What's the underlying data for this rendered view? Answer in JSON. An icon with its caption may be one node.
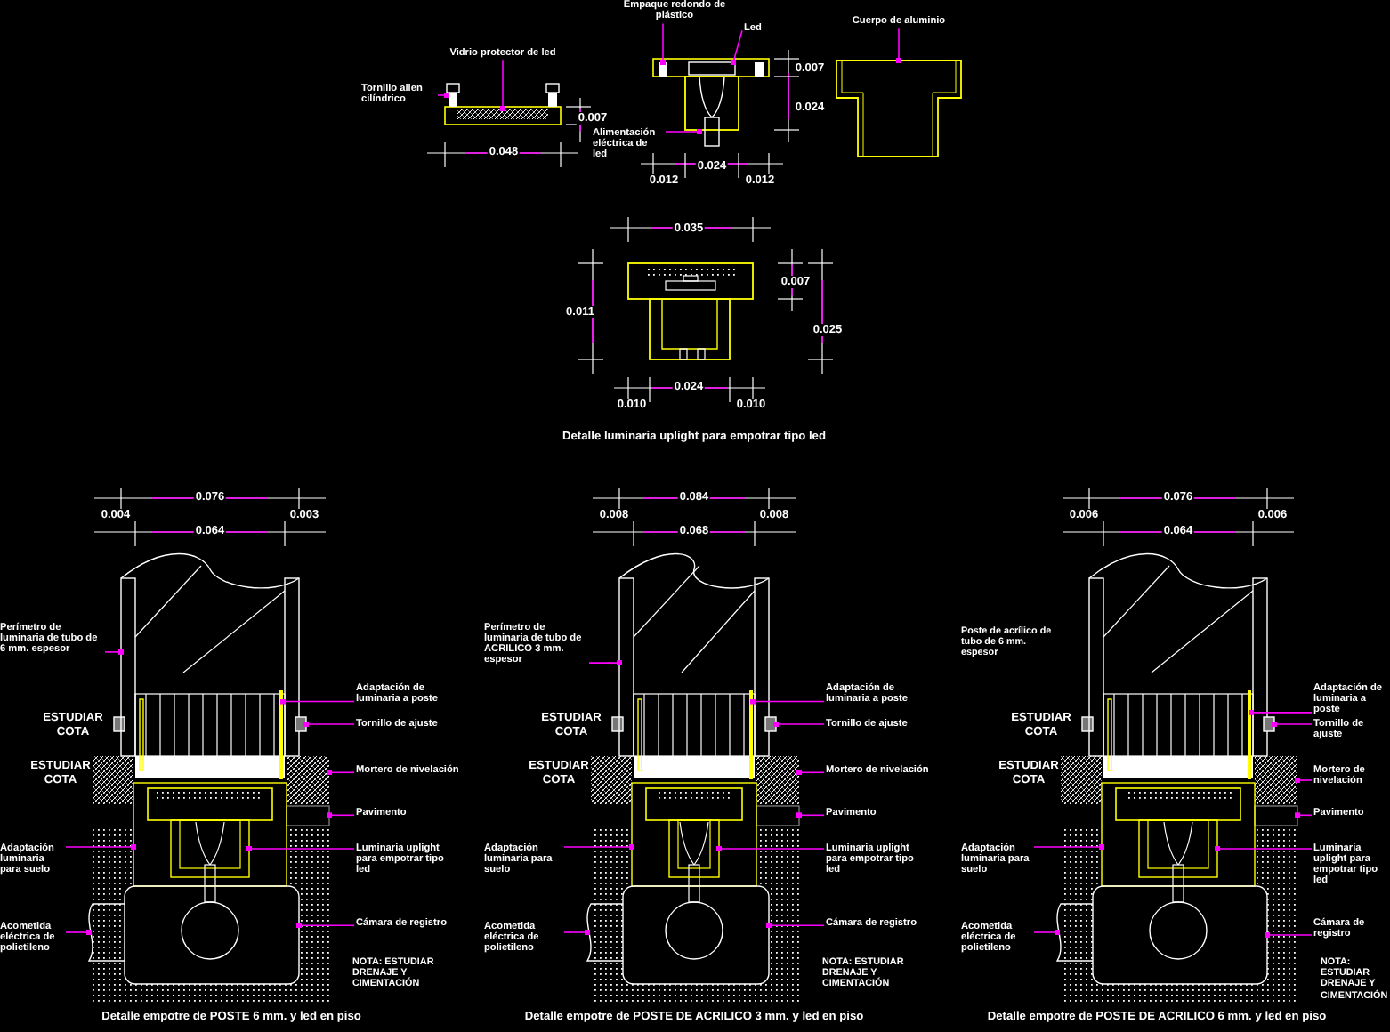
{
  "diagram": {
    "nodes": [
      {
        "text": [
          "Vidrio protector de led"
        ]
      },
      {
        "text": [
          "Tornillo allen cilíndrico"
        ]
      },
      {
        "text": [
          "Empaque redondo de plástico"
        ]
      },
      {
        "text": [
          "Led"
        ]
      },
      {
        "text": [
          "Alimentación eléctrica de led"
        ]
      },
      {
        "text": [
          "Cuerpo de aluminio"
        ]
      },
      {
        "text": [
          "Perímetro de luminaria de tubo de 6 mm. espesor"
        ]
      },
      {
        "text": [
          "Adaptación de luminaria a poste"
        ]
      },
      {
        "text": [
          "Tornillo de ajuste"
        ]
      },
      {
        "text": [
          "Mortero de nivelación"
        ]
      },
      {
        "text": [
          "Pavimento"
        ]
      },
      {
        "text": [
          "Adaptación luminaria para suelo"
        ]
      },
      {
        "text": [
          "Luminaria uplight para empotrar tipo led"
        ]
      },
      {
        "text": [
          "Acometida eléctrica de polietileno"
        ]
      },
      {
        "text": [
          "Cámara de registro"
        ]
      },
      {
        "text": [
          "Perímetro de luminaria de tubo de ACRILICO 3 mm. espesor"
        ]
      },
      {
        "text": [
          "Adaptación de luminaria a poste"
        ]
      },
      {
        "text": [
          "Tornillo de ajuste"
        ]
      },
      {
        "text": [
          "Mortero de nivelación"
        ]
      },
      {
        "text": [
          "Pavimento"
        ]
      },
      {
        "text": [
          "Adaptación luminaria para suelo"
        ]
      },
      {
        "text": [
          "Luminaria uplight para empotrar tipo led"
        ]
      },
      {
        "text": [
          "Acometida eléctrica de polietileno"
        ]
      },
      {
        "text": [
          "Cámara de registro"
        ]
      },
      {
        "text": [
          "Adaptación de luminaria a poste"
        ]
      },
      {
        "text": [
          "Tornillo de ajuste"
        ]
      },
      {
        "text": [
          "Mortero de nivelación"
        ]
      },
      {
        "text": [
          "Pavimento"
        ]
      },
      {
        "text": [
          "Adaptación luminaria para suelo"
        ]
      },
      {
        "text": [
          "Luminaria uplight para empotrar tipo led"
        ]
      },
      {
        "text": [
          "Acometida eléctrica de polietileno"
        ]
      },
      {
        "text": [
          "Cámara de registro"
        ]
      },
      {
        "text": [],
        "shape": "box"
      },
      {
        "text": [],
        "shape": "picture"
      },
      {
        "text": [],
        "shape": "box"
      },
      {
        "text": [],
        "shape": "box"
      },
      {
        "text": [],
        "shape": "picture"
      },
      {
        "text": [],
        "shape": "picture"
      },
      {
        "text": [],
        "shape": "box"
      },
      {
        "text": [],
        "shape": "bar"
      },
      {
        "text": [],
        "shape": "box"
      },
      {
        "text": [],
        "shape": "box"
      },
      {
        "text": [],
        "shape": "box"
      },
      {
        "text": [],
        "shape": "box"
      },
      {
        "text": [],
        "shape": "box",
        "in": 43
      },
      {
        "text": [],
        "shape": "picture"
      },
      {
        "text": [],
        "shape": "box"
      },
      {
        "text": [],
        "shape": "box"
      },
      {
        "text": [],
        "shape": "bar"
      },
      {
        "text": [],
        "shape": "box"
      },
      {
        "text": [],
        "shape": "box"
      },
      {
        "text": [],
        "shape": "box"
      },
      {
        "text": [],
        "shape": "box"
      },
      {
        "text": [],
        "shape": "box",
        "in": 52
      },
      {
        "text": [],
        "shape": "picture"
      },
      {
        "text": [],
        "shape": "box"
      },
      {
        "text": [],
        "shape": "bar"
      },
      {
        "text": [],
        "shape": "box"
      },
      {
        "text": [],
        "shape": "box"
      },
      {
        "text": [],
        "shape": "box"
      },
      {
        "text": [],
        "shape": "box"
      },
      {
        "text": [],
        "shape": "box",
        "in": 60
      },
      {
        "text": [],
        "shape": "picture"
      },
      {
        "text": [],
        "shape": "box"
      }
    ],
    "edges": [
      {
        "from": 0,
        "to": 32,
        "arrow": "other"
      },
      {
        "from": 1,
        "to": 33,
        "arrow": "other"
      },
      {
        "from": 2,
        "to": 34,
        "arrow": "other"
      },
      {
        "from": 3,
        "to": 35,
        "arrow": "other"
      },
      {
        "from": 4,
        "to": 36,
        "arrow": "other"
      },
      {
        "from": 5,
        "to": 37,
        "arrow": "other"
      },
      {
        "from": 6,
        "to": 38,
        "arrow": "other"
      },
      {
        "from": 7,
        "to": 39,
        "arrow": "other"
      },
      {
        "from": 8,
        "to": 40,
        "arrow": "other"
      },
      {
        "from": 9,
        "to": 41,
        "arrow": "other"
      },
      {
        "from": 10,
        "to": 42,
        "arrow": "other"
      },
      {
        "from": 11,
        "to": 43,
        "arrow": "other"
      },
      {
        "from": 12,
        "to": 44,
        "arrow": "other"
      },
      {
        "from": 13,
        "to": 45,
        "arrow": "other"
      },
      {
        "from": 14,
        "to": 46,
        "arrow": "other"
      },
      {
        "from": 15,
        "to": 47,
        "arrow": "other"
      },
      {
        "from": 16,
        "to": 48,
        "arrow": "other"
      },
      {
        "from": 17,
        "to": 49,
        "arrow": "other"
      },
      {
        "from": 18,
        "to": 50,
        "arrow": "other"
      },
      {
        "from": 19,
        "to": 51,
        "arrow": "other"
      },
      {
        "from": 20,
        "to": 52,
        "arrow": "other"
      },
      {
        "from": 21,
        "to": 53,
        "arrow": "other"
      },
      {
        "from": 22,
        "to": 54,
        "arrow": "other"
      },
      {
        "from": 23,
        "to": 55,
        "arrow": "other"
      },
      {
        "from": 24,
        "to": 56,
        "arrow": "other"
      },
      {
        "from": 25,
        "to": 57,
        "arrow": "other"
      },
      {
        "from": 26,
        "to": 58,
        "arrow": "other"
      },
      {
        "from": 27,
        "to": 59,
        "arrow": "other"
      },
      {
        "from": 28,
        "to": 60,
        "arrow": "other"
      },
      {
        "from": 29,
        "to": 61,
        "arrow": "other"
      },
      {
        "from": 30,
        "to": 62,
        "arrow": "other"
      },
      {
        "from": 31,
        "to": 63,
        "arrow": "other"
      }
    ],
    "labels": [
      "0.048",
      "0.007",
      "0.007",
      "0.024",
      "0.024",
      "0.012",
      "0.012",
      "0.035",
      "0.007",
      "0.011",
      "0.025",
      "0.024",
      "0.010",
      "0.010",
      "Detalle luminaria uplight para empotrar tipo led",
      "0.076",
      "0.004",
      "0.003",
      "0.064",
      "ESTUDIAR COTA",
      "ESTUDIAR COTA",
      "NOTA: ESTUDIAR DRENAJE Y CIMENTACIÓN",
      "Detalle empotre de POSTE 6 mm. y led en piso",
      "0.084",
      "0.008",
      "0.008",
      "0.068",
      "ESTUDIAR COTA",
      "ESTUDIAR COTA",
      "NOTA: ESTUDIAR DRENAJE Y CIMENTACIÓN",
      "Detalle empotre de POSTE DE ACRILICO 3 mm. y led en piso",
      "Poste de acrílico de tubo de 6 mm. espesor",
      "0.076",
      "0.006",
      "0.006",
      "0.064",
      "ESTUDIAR COTA",
      "ESTUDIAR COTA",
      "NOTA: ESTUDIAR DRENAJE Y CIMENTACIÓN",
      "Detalle empotre de POSTE DE ACRILICO 6 mm. y led en piso"
    ]
  }
}
